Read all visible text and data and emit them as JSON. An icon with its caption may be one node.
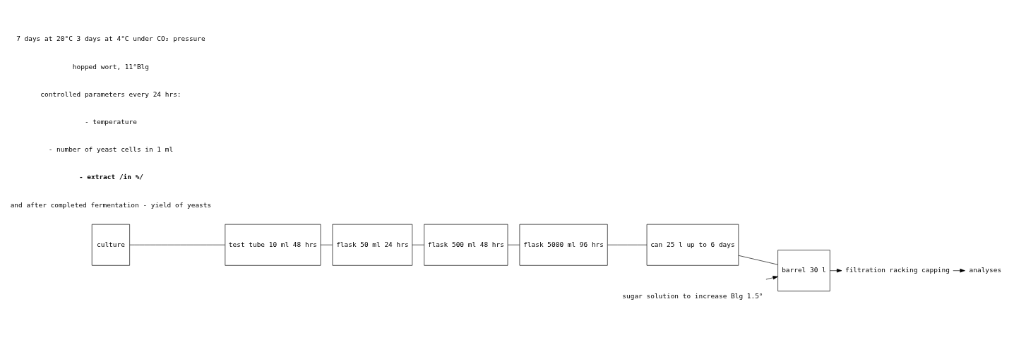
{
  "diagram": {
    "nodes": [
      {
        "text": [
          "culture"
        ]
      },
      {
        "text": [
          "test tube 10 ml 48 hrs"
        ]
      },
      {
        "text": [
          "flask 50 ml 24 hrs"
        ]
      },
      {
        "text": [
          "flask 500 ml 48 hrs"
        ]
      },
      {
        "text": [
          "flask 5000 ml 96 hrs"
        ]
      },
      {
        "text": [
          "can 25 l up to 6 days"
        ]
      },
      {
        "text": [
          "barrel 30 l"
        ]
      },
      {
        "text": [
          "filtration racking capping"
        ]
      },
      {
        "text": [
          "analyses"
        ]
      },
      {
        "text": [
          "sugar solution to increase Blg 1.5°"
        ]
      }
    ],
    "edges": [
      {
        "from": 0,
        "to": 1,
        "arrow": "none"
      },
      {
        "from": 1,
        "to": 2,
        "arrow": "none"
      },
      {
        "from": 2,
        "to": 3,
        "arrow": "none"
      },
      {
        "from": 3,
        "to": 4,
        "arrow": "none"
      },
      {
        "from": 4,
        "to": 5,
        "arrow": "none"
      },
      {
        "from": 5,
        "to": 6,
        "arrow": "none"
      },
      {
        "from": 9,
        "to": 6,
        "arrow": "to"
      },
      {
        "from": 6,
        "to": 7,
        "arrow": "to"
      },
      {
        "from": 7,
        "to": 8,
        "arrow": "to"
      }
    ],
    "labels": [
      "7 days at 20°C 3 days at 4°C under CO₂ pressure",
      "hopped wort, 11°Blg",
      "controlled parameters every 24 hrs:",
      "- temperature",
      "- number of yeast cells in 1 ml",
      "- extract /in %/",
      "and after completed fermentation - yield of yeasts"
    ]
  }
}
